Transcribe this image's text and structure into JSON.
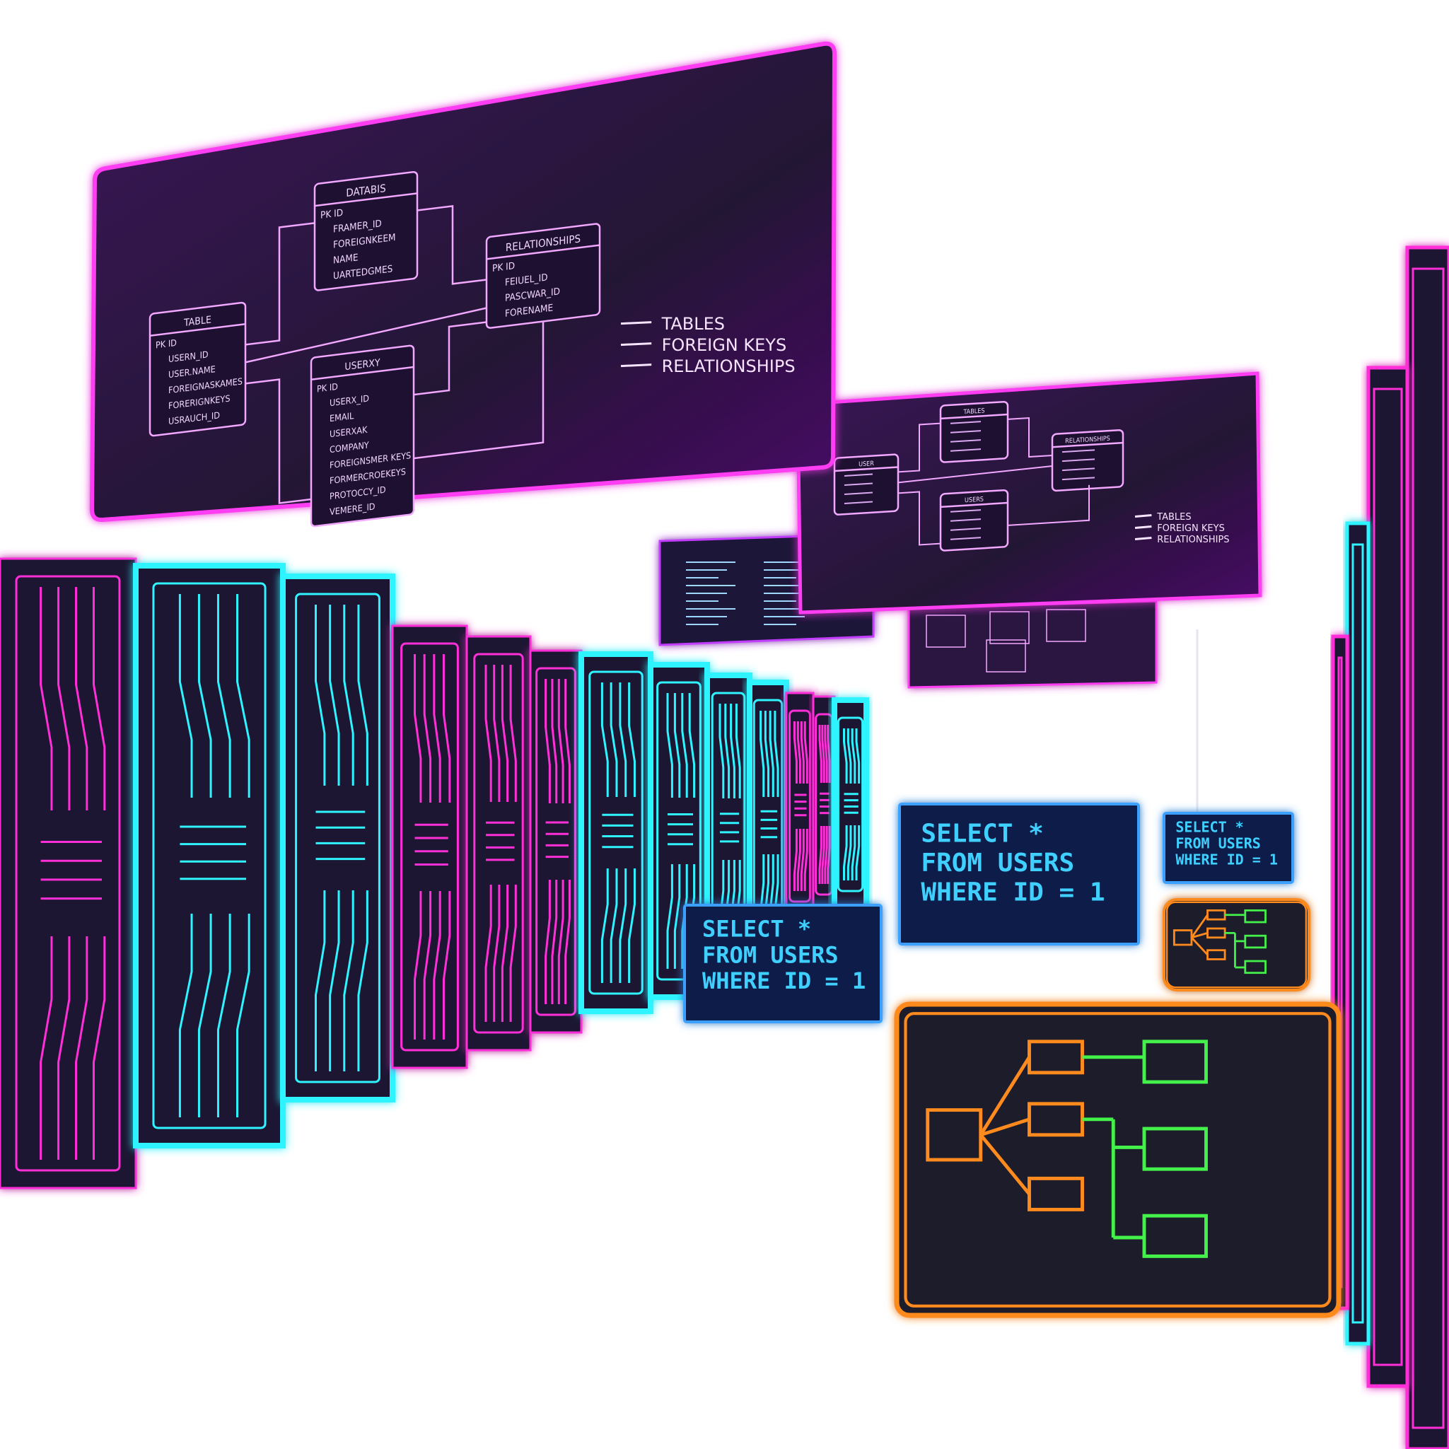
{
  "colors": {
    "background": "#ffffff",
    "panel_fill": "#2a1240",
    "panel_glow": "#ff3cf2",
    "rack_magenta": "#ff2fd8",
    "rack_cyan": "#2ff4ff",
    "rack_body": "#1c1830",
    "sql_panel": "#0e1f4a",
    "sql_text": "#3fd0ff",
    "flow_orange": "#ff8a1e",
    "flow_green": "#44f04a"
  },
  "main_panel": {
    "entities": [
      {
        "title": "DATABIS",
        "fields": [
          "PK ID",
          "FRAMER_ID",
          "FOREIGNKEEM",
          "NAME",
          "UARTEDGMES"
        ]
      },
      {
        "title": "TABLE",
        "fields": [
          "PK ID",
          "USERN_ID",
          "USER.NAME",
          "FOREIGNASKAMES",
          "FORERIGNKEYS",
          "USRAUCH_ID"
        ]
      },
      {
        "title": "RELATIONSHIPS",
        "fields": [
          "PK ID",
          "FEIUEL_ID",
          "PASCWAR_ID",
          "FORENAME"
        ]
      },
      {
        "title": "USERXY",
        "fields": [
          "PK ID",
          "USERX_ID",
          "EMAIL",
          "USERXAK",
          "COMPANY",
          "FOREIGNSMER KEYS",
          "FORMERCROEKEYS",
          "PROTOCCY_ID",
          "VEMERE_ID"
        ]
      }
    ],
    "legend": [
      "TABLES",
      "FOREIGN KEYS",
      "RELATIONSHIPS"
    ]
  },
  "secondary_panel": {
    "entities": [
      {
        "title": "TABLES"
      },
      {
        "title": "USER"
      },
      {
        "title": "RELATIONSHIPS"
      },
      {
        "title": "USERS"
      }
    ],
    "legend": [
      "TABLES",
      "FOREIGN KEYS",
      "RELATIONSHIPS"
    ]
  },
  "sql_query": {
    "lines": [
      "SELECT *",
      "FROM USERS",
      "WHERE ID = 1"
    ]
  },
  "icons": [
    "server-rack-icon",
    "circuit-trace-icon",
    "flowchart-icon"
  ]
}
